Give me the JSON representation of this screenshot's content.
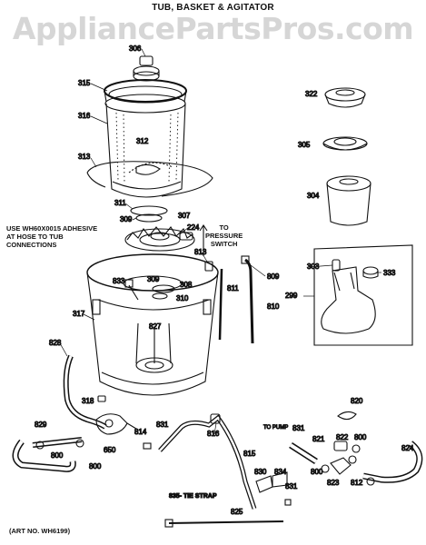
{
  "title": "TUB, BASKET & AGITATOR",
  "watermark": "AppliancePartsPros.com",
  "notes": {
    "adhesive": [
      "USE WH60X0015 ADHESIVE",
      "AT HOSE TO TUB",
      "CONNECTIONS"
    ],
    "pressure_switch": [
      "TO",
      "PRESSURE",
      "SWITCH"
    ],
    "to_pump": "TO PUMP",
    "tie_strap": "835- TIE STRAP"
  },
  "art_number": "(ART NO. WH6199)",
  "part_labels": [
    "306",
    "315",
    "316",
    "312",
    "313",
    "311",
    "309",
    "307",
    "224",
    "813",
    "309",
    "308",
    "833",
    "310",
    "809",
    "811",
    "810",
    "317",
    "827",
    "828",
    "318",
    "829",
    "800",
    "650",
    "800",
    "814",
    "831",
    "816",
    "815",
    "830",
    "834",
    "831",
    "825",
    "322",
    "305",
    "304",
    "303",
    "333",
    "299",
    "820",
    "831",
    "821",
    "822",
    "800",
    "800",
    "823",
    "812",
    "824"
  ]
}
